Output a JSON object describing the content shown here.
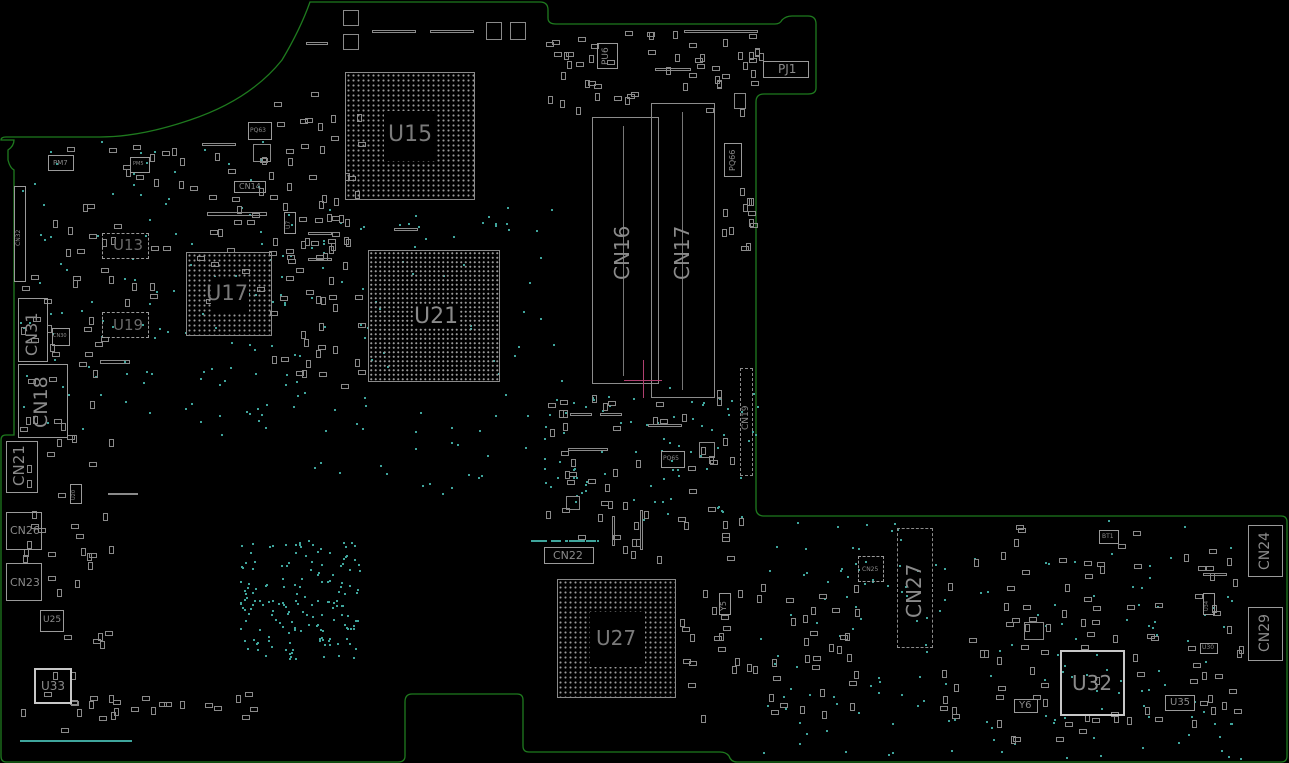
{
  "board": {
    "outline_color": "#1e7a1e",
    "background": "#000000",
    "silk_color": "#8a8a8a",
    "via_color": "#3fa59c"
  },
  "components": {
    "u15": "U15",
    "u21": "U21",
    "u17": "U17",
    "u13": "U13",
    "u19": "U19",
    "u27": "U27",
    "u32": "U32",
    "u33": "U33",
    "u25": "U25",
    "u35": "U35",
    "u30": "U30",
    "y5": "Y5",
    "y6": "Y6",
    "pu6": "PU6",
    "pj1": "PJ1",
    "pq66": "PQ66",
    "pq65": "PQ65",
    "pq63": "PQ63",
    "pm7": "PM7",
    "pm5": "PM5",
    "cn16": "CN16",
    "cn17": "CN17",
    "cn14": "CN14",
    "cn31": "CN31",
    "cn18": "CN18",
    "cn21": "CN21",
    "cn26": "CN26",
    "cn23": "CN23",
    "cn22": "CN22",
    "cn19": "CN19",
    "cn27": "CN27",
    "cn24": "CN24",
    "cn29": "CN29",
    "cn25": "CN25",
    "cn30": "CN30",
    "cn32": "CN32",
    "bt1": "BT1",
    "u7": "U7",
    "u20": "U20",
    "u34": "U34"
  }
}
